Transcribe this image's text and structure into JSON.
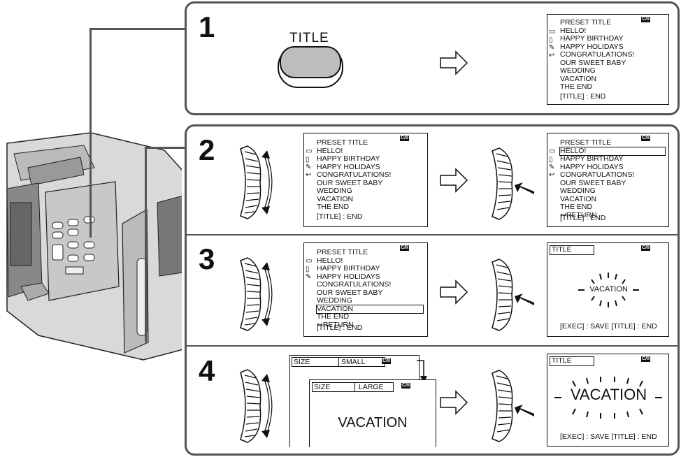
{
  "steps": [
    "1",
    "2",
    "3",
    "4"
  ],
  "title_button": {
    "label": "TITLE"
  },
  "cassette_mark": "C/II",
  "menu": {
    "header": "PRESET TITLE",
    "items": [
      "HELLO!",
      "HAPPY BIRTHDAY",
      "HAPPY HOLIDAYS",
      "CONGRATULATIONS!",
      "OUR SWEET BABY",
      "WEDDING",
      "VACATION",
      "THE END"
    ],
    "return_label": "RETURN",
    "footer": "[TITLE] : END"
  },
  "title_screen": {
    "label": "TITLE",
    "selected_title": "VACATION",
    "footer": "[EXEC] : SAVE [TITLE] : END"
  },
  "size_screens": {
    "size_label": "SIZE",
    "small_value": "SMALL",
    "large_value": "LARGE",
    "preview_text": "VACATION"
  },
  "icons": [
    "pointing-right-arrow-icon",
    "dial-icon",
    "camera-illustration",
    "return-arrow-icon",
    "folder-icon"
  ]
}
